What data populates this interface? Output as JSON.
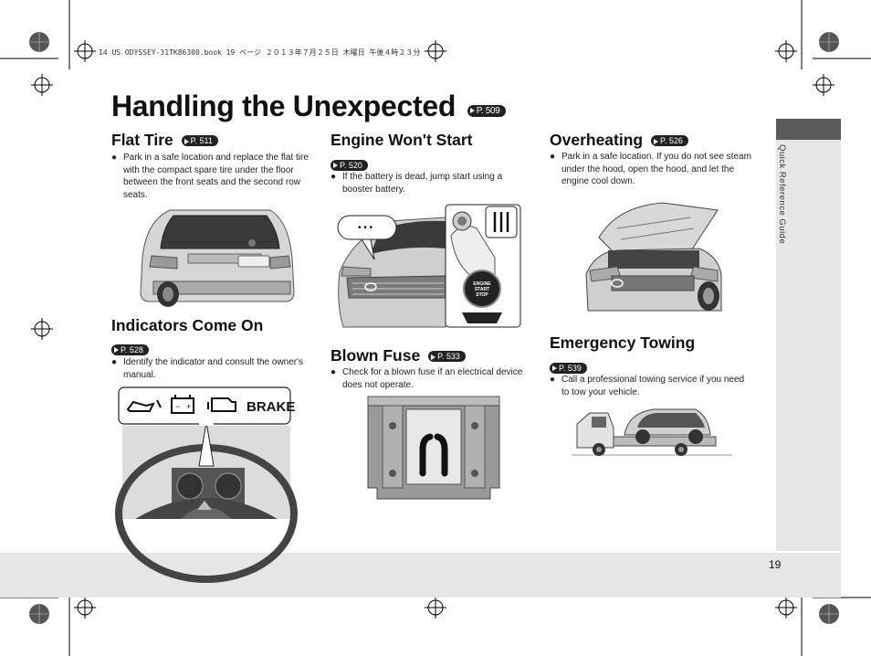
{
  "print_header": "14 US ODYSSEY-31TK86300.book  19 ページ  ２０１３年７月２５日  木曜日  午後４時２３分",
  "title": "Handling the Unexpected",
  "title_ref": "P. 509",
  "sections": {
    "flat_tire": {
      "heading": "Flat Tire",
      "ref": "P. 511",
      "bullet": "Park in a safe location and replace the flat tire with the compact spare tire under the floor between the front seats and the second row seats."
    },
    "indicators": {
      "heading": "Indicators Come On",
      "ref": "P. 528",
      "bullet": "Identify the indicator and consult the owner's manual.",
      "brake_label": "BRAKE"
    },
    "engine_wont_start": {
      "heading": "Engine Won't Start",
      "ref": "P. 520",
      "bullet": "If the battery is dead, jump start using a booster battery.",
      "dots": "• • •",
      "button_lines": [
        "ENGINE",
        "START",
        "STOP"
      ]
    },
    "blown_fuse": {
      "heading": "Blown Fuse",
      "ref": "P. 533",
      "bullet": "Check for a blown fuse if an electrical device does not operate."
    },
    "overheating": {
      "heading": "Overheating",
      "ref": "P. 526",
      "bullet": "Park in a safe location. If you do not see steam under the hood, open the hood, and let the engine cool down."
    },
    "emergency_towing": {
      "heading": "Emergency Towing",
      "ref": "P. 539",
      "bullet": "Call a professional towing service if you need to tow your vehicle."
    }
  },
  "sidebar_label": "Quick Reference Guide",
  "page_number": "19",
  "colors": {
    "ref_badge": "#222222",
    "side_tab": "#5a5a5a",
    "strip": "#e6e6e6"
  }
}
